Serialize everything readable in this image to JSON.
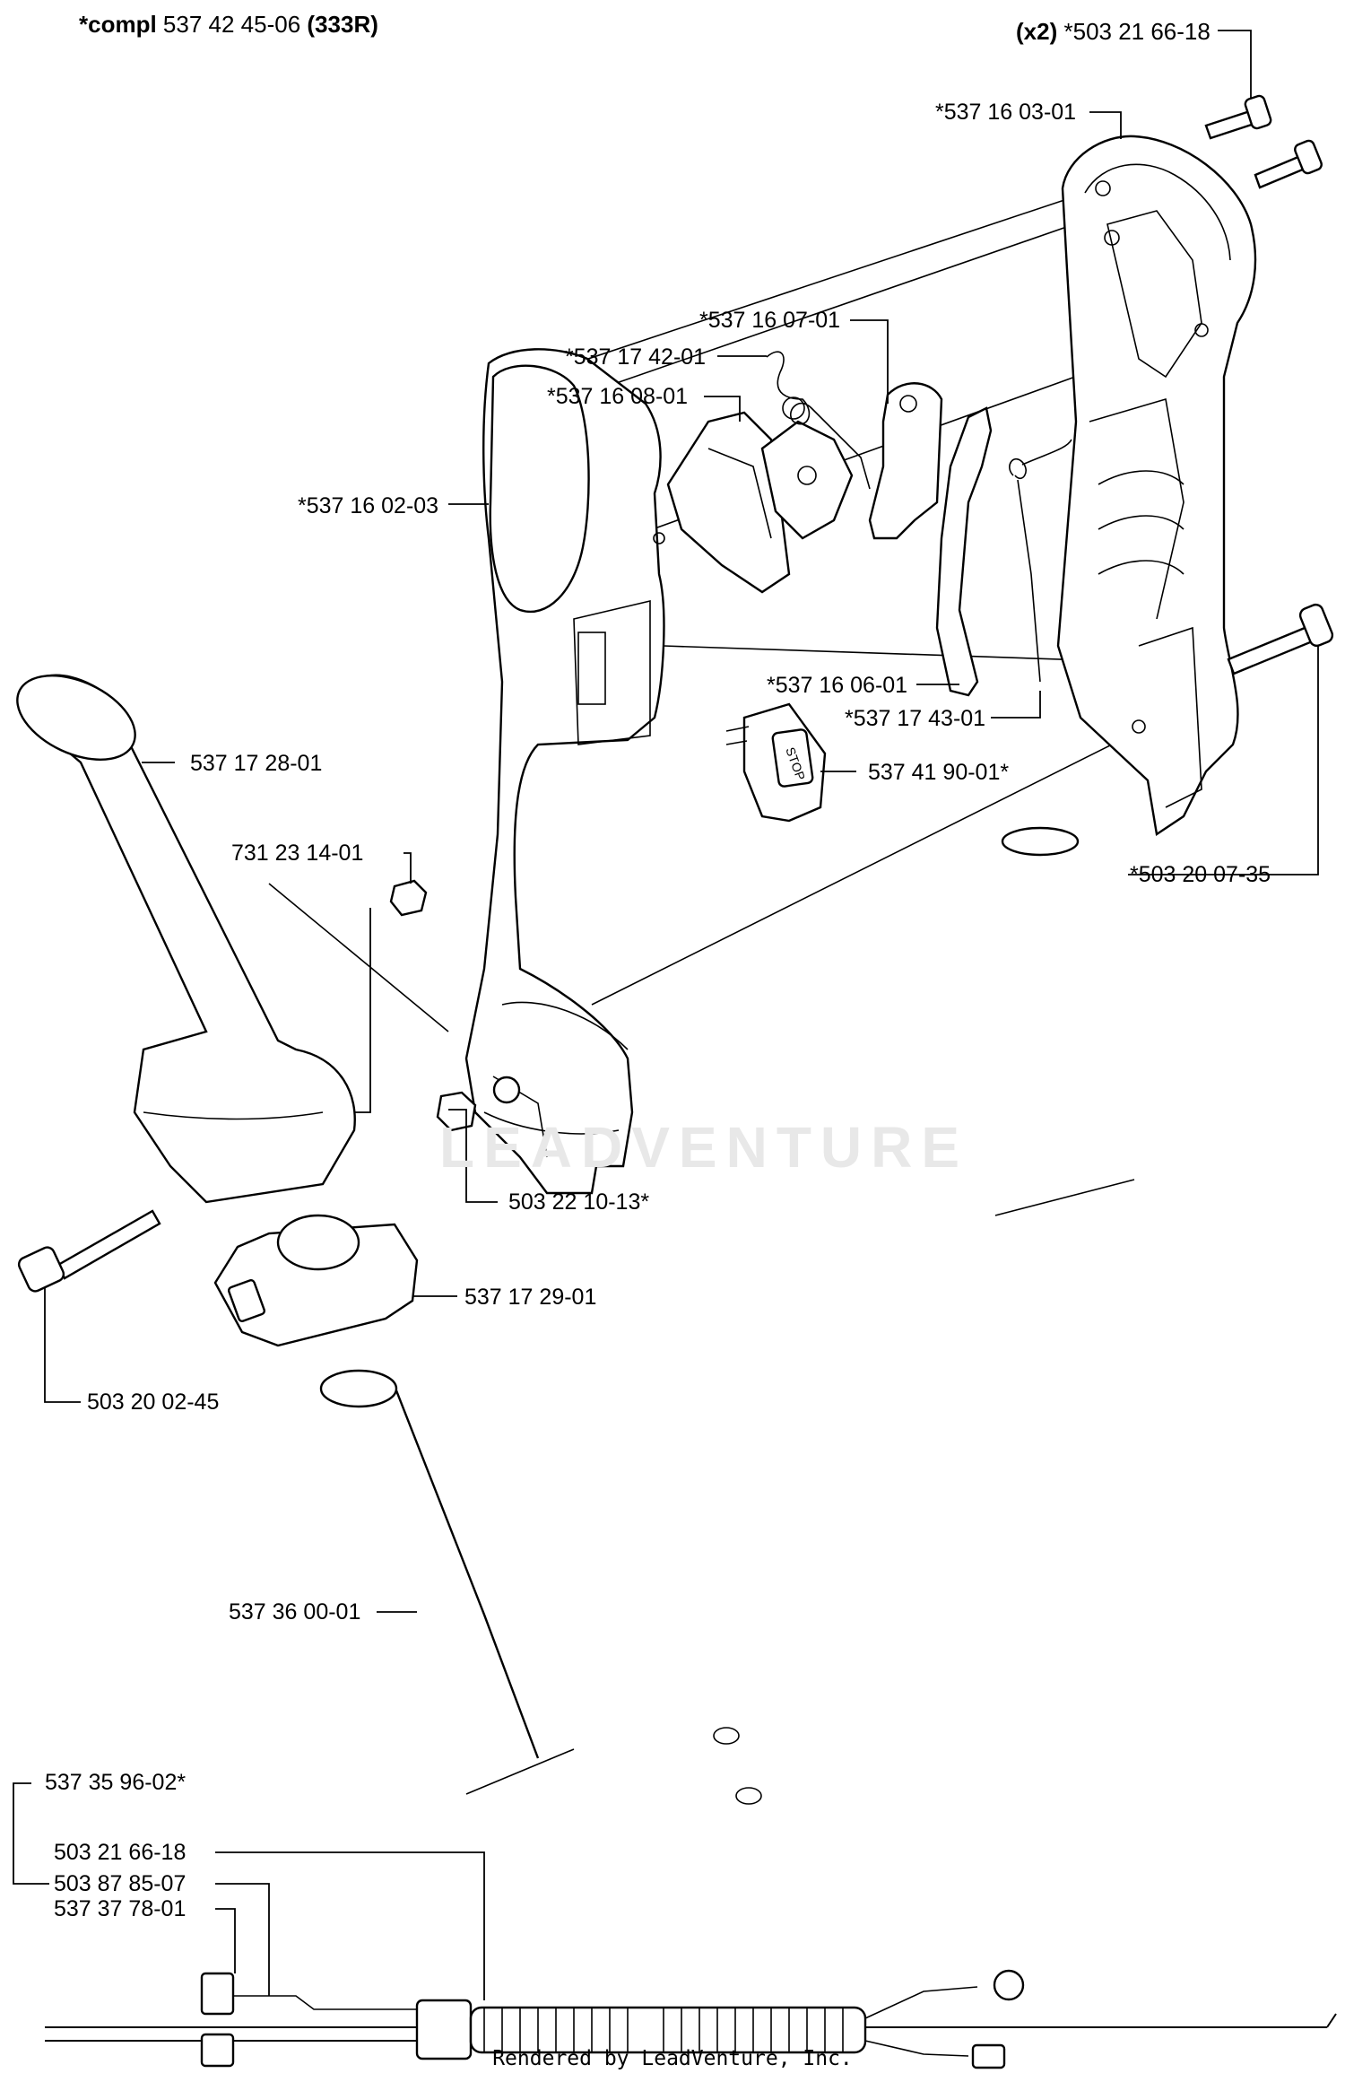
{
  "header": {
    "compl_prefix": "*compl",
    "compl_number": "537 42 45-06",
    "model": "(333R)",
    "qty": "(x2)",
    "qty_part": "*503 21 66-18"
  },
  "labels": {
    "p_537_16_03_01": "*537 16 03-01",
    "p_537_16_07_01": "*537 16 07-01",
    "p_537_17_42_01": "*537 17 42-01",
    "p_537_16_08_01": "*537 16 08-01",
    "p_537_16_02_03": "*537 16 02-03",
    "p_537_16_06_01": "*537 16 06-01",
    "p_537_17_43_01": "*537 17 43-01",
    "p_537_41_90_01": "537 41 90-01*",
    "p_503_20_07_35": "*503 20 07-35",
    "p_537_17_28_01": "537 17 28-01",
    "p_731_23_14_01": "731 23 14-01",
    "p_503_22_10_13": "503 22 10-13*",
    "p_537_17_29_01": "537 17 29-01",
    "p_503_20_02_45": "503 20 02-45",
    "p_537_36_00_01": "537 36 00-01",
    "p_537_35_96_02": "537 35 96-02*",
    "p_503_21_66_18": "503 21 66-18",
    "p_503_87_85_07": "503 87 85-07",
    "p_537_37_78_01": "537 37 78-01"
  },
  "stop_switch_text": "STOP",
  "watermark": "LEADVENTURE",
  "footer": "Rendered by LeadVenture, Inc."
}
